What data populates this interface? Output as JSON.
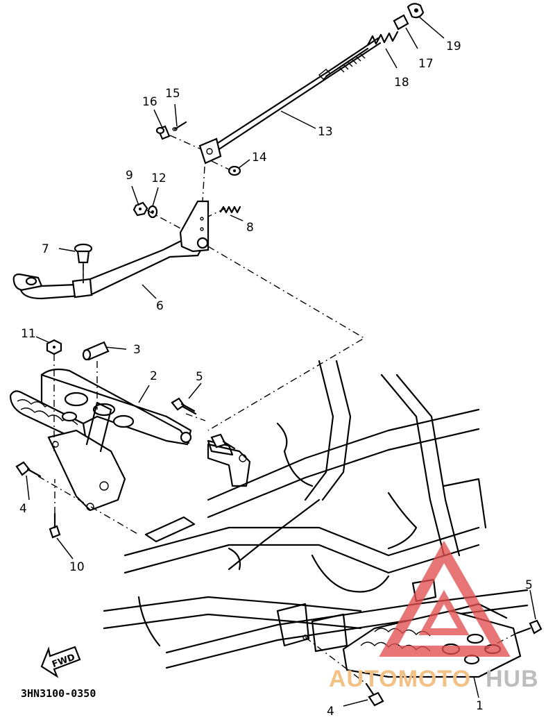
{
  "diagram": {
    "drawing_code": "3HN3100-0350",
    "direction_marker": "FWD",
    "callouts": [
      {
        "id": "1",
        "label": "1"
      },
      {
        "id": "2",
        "label": "2"
      },
      {
        "id": "3",
        "label": "3"
      },
      {
        "id": "4a",
        "label": "4"
      },
      {
        "id": "4b",
        "label": "4"
      },
      {
        "id": "5a",
        "label": "5"
      },
      {
        "id": "5b",
        "label": "5"
      },
      {
        "id": "6",
        "label": "6"
      },
      {
        "id": "7",
        "label": "7"
      },
      {
        "id": "8",
        "label": "8"
      },
      {
        "id": "9",
        "label": "9"
      },
      {
        "id": "10",
        "label": "10"
      },
      {
        "id": "11",
        "label": "11"
      },
      {
        "id": "12",
        "label": "12"
      },
      {
        "id": "13",
        "label": "13"
      },
      {
        "id": "14",
        "label": "14"
      },
      {
        "id": "15",
        "label": "15"
      },
      {
        "id": "16",
        "label": "16"
      },
      {
        "id": "17",
        "label": "17"
      },
      {
        "id": "18",
        "label": "18"
      },
      {
        "id": "19",
        "label": "19"
      }
    ]
  },
  "watermark": {
    "text_left": "AUTOMOTO",
    "text_right": "HUB",
    "left_color": "#f2c185",
    "right_color": "#bdbdbd",
    "triangle_color": "#e15050"
  }
}
